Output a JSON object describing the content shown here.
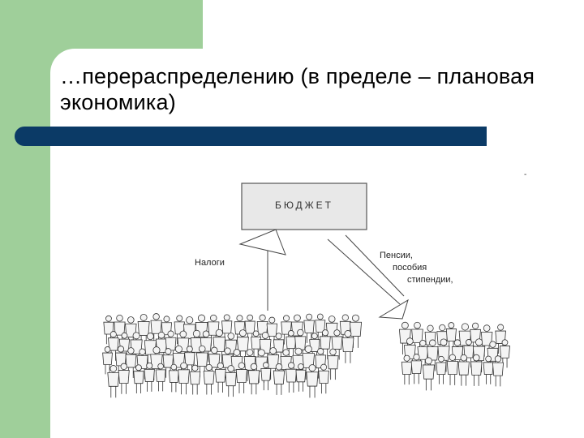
{
  "slide": {
    "title": "…перераспределению (в пределе – плановая экономика)"
  },
  "diagram": {
    "budget_label": "БЮДЖЕТ",
    "taxes_label": "Налоги",
    "pensions_lines": [
      "Пенсии,",
      "пособия",
      "стипендии,"
    ],
    "dash_mark": "-"
  },
  "colors": {
    "green_block": "#9fcf9a",
    "title_bar": "#0b3a66",
    "budget_box": "#e8e8e8"
  }
}
